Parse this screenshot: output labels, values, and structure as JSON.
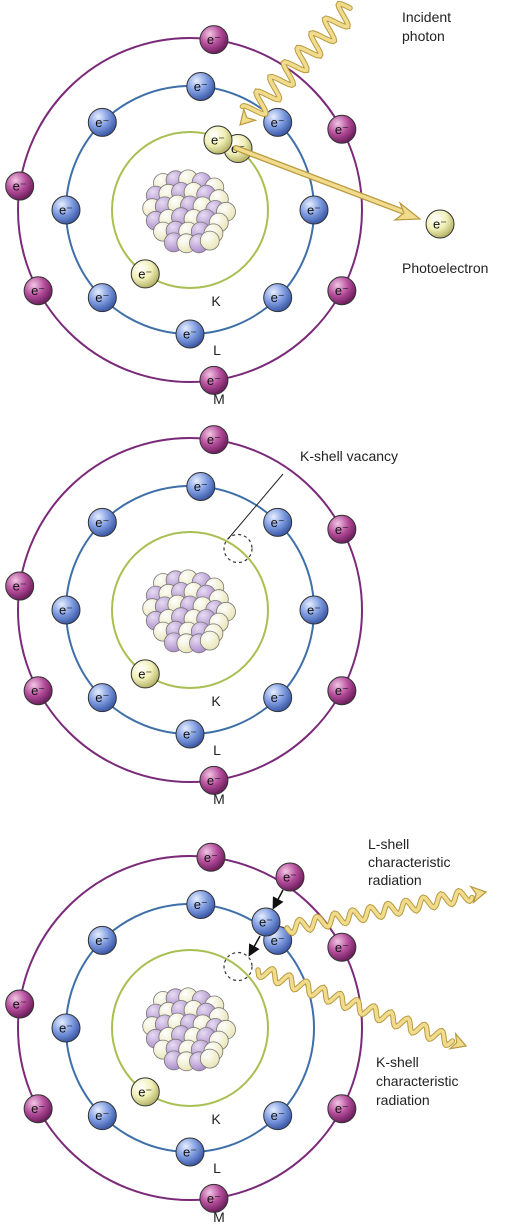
{
  "colors": {
    "m_shell": "#7a2a78",
    "l_shell": "#3f6fa8",
    "k_shell": "#a8bf52",
    "m_electron": "#b44c9a",
    "l_electron": "#7e9be0",
    "k_electron": "#f0f0b0",
    "nucleus_light": "#f5f3d2",
    "nucleus_purple": "#b79ad0",
    "photon": "#f0dc8c",
    "photon_edge": "#b89a40"
  },
  "icons": {
    "electron": "electron-icon",
    "nucleus": "nucleus-icon",
    "wave": "wave-arrow-icon"
  },
  "electron_symbol": "e⁻",
  "shell_labels": {
    "k": "K",
    "l": "L",
    "m": "M"
  },
  "panels": [
    {
      "id": "photoelectric-absorption",
      "labels": {
        "incident_photon_1": "Incident",
        "incident_photon_2": "photon",
        "photoelectron": "Photoelectron"
      }
    },
    {
      "id": "k-shell-vacancy",
      "labels": {
        "vacancy": "K-shell vacancy"
      }
    },
    {
      "id": "characteristic-radiation",
      "labels": {
        "l_rad_1": "L-shell",
        "l_rad_2": "characteristic",
        "l_rad_3": "radiation",
        "k_rad_1": "K-shell",
        "k_rad_2": "characteristic",
        "k_rad_3": "radiation"
      }
    }
  ]
}
